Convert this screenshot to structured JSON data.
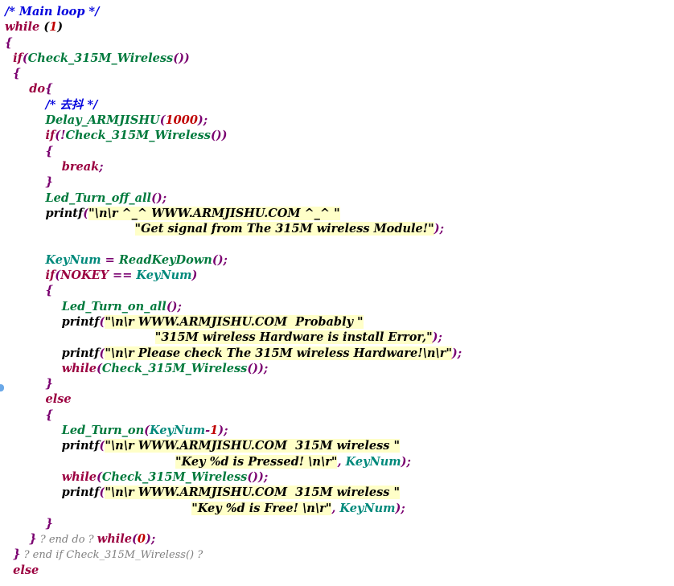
{
  "code": {
    "lines": [
      [
        {
          "t": "/* Main loop */",
          "c": "comment"
        }
      ],
      [
        {
          "t": "while",
          "c": "keyword"
        },
        {
          "t": " ("
        },
        {
          "t": "1",
          "c": "number"
        },
        {
          "t": ")"
        }
      ],
      [
        {
          "t": "{",
          "c": "punct"
        }
      ],
      [
        {
          "t": "  "
        },
        {
          "t": "if",
          "c": "keyword"
        },
        {
          "t": "(",
          "c": "punct"
        },
        {
          "t": "Check_315M_Wireless",
          "c": "func"
        },
        {
          "t": "())",
          "c": "punct"
        }
      ],
      [
        {
          "t": "  "
        },
        {
          "t": "{",
          "c": "punct"
        }
      ],
      [
        {
          "t": "      "
        },
        {
          "t": "do",
          "c": "keyword"
        },
        {
          "t": "{",
          "c": "punct"
        }
      ],
      [
        {
          "t": "          "
        },
        {
          "t": "/* 去抖 */",
          "c": "comment"
        }
      ],
      [
        {
          "t": "          "
        },
        {
          "t": "Delay_ARMJISHU",
          "c": "func"
        },
        {
          "t": "(",
          "c": "punct"
        },
        {
          "t": "1000",
          "c": "number"
        },
        {
          "t": ");",
          "c": "punct"
        }
      ],
      [
        {
          "t": "          "
        },
        {
          "t": "if",
          "c": "keyword"
        },
        {
          "t": "(!",
          "c": "punct"
        },
        {
          "t": "Check_315M_Wireless",
          "c": "func"
        },
        {
          "t": "())",
          "c": "punct"
        }
      ],
      [
        {
          "t": "          "
        },
        {
          "t": "{",
          "c": "punct"
        }
      ],
      [
        {
          "t": "              "
        },
        {
          "t": "break",
          "c": "keyword"
        },
        {
          "t": ";",
          "c": "punct"
        }
      ],
      [
        {
          "t": "          "
        },
        {
          "t": "}",
          "c": "punct"
        }
      ],
      [
        {
          "t": "          "
        },
        {
          "t": "Led_Turn_off_all",
          "c": "func"
        },
        {
          "t": "();",
          "c": "punct"
        }
      ],
      [
        {
          "t": "          printf"
        },
        {
          "t": "(",
          "c": "punct"
        },
        {
          "t": "\"\\n\\r ^_^ WWW.ARMJISHU.COM ^_^ \"",
          "c": "str"
        }
      ],
      [
        {
          "t": "                                "
        },
        {
          "t": "\"Get signal from The 315M wireless Module!\"",
          "c": "str"
        },
        {
          "t": ");",
          "c": "punct"
        }
      ],
      [],
      [
        {
          "t": "          "
        },
        {
          "t": "KeyNum",
          "c": "var"
        },
        {
          "t": " = ",
          "c": "punct"
        },
        {
          "t": "ReadKeyDown",
          "c": "func"
        },
        {
          "t": "();",
          "c": "punct"
        }
      ],
      [
        {
          "t": "          "
        },
        {
          "t": "if",
          "c": "keyword"
        },
        {
          "t": "(",
          "c": "punct"
        },
        {
          "t": "NOKEY",
          "c": "keyword"
        },
        {
          "t": " == ",
          "c": "punct"
        },
        {
          "t": "KeyNum",
          "c": "var"
        },
        {
          "t": ")",
          "c": "punct"
        }
      ],
      [
        {
          "t": "          "
        },
        {
          "t": "{",
          "c": "punct"
        }
      ],
      [
        {
          "t": "              "
        },
        {
          "t": "Led_Turn_on_all",
          "c": "func"
        },
        {
          "t": "();",
          "c": "punct"
        }
      ],
      [
        {
          "t": "              printf"
        },
        {
          "t": "(",
          "c": "punct"
        },
        {
          "t": "\"\\n\\r WWW.ARMJISHU.COM  Probably \"",
          "c": "str"
        }
      ],
      [
        {
          "t": "                                     "
        },
        {
          "t": "\"",
          "c": "str"
        },
        {
          "t": "",
          "c": "caret"
        },
        {
          "t": "315M wireless Hardware is install Error,\"",
          "c": "str"
        },
        {
          "t": ");",
          "c": "punct"
        }
      ],
      [
        {
          "t": "              printf"
        },
        {
          "t": "(",
          "c": "punct"
        },
        {
          "t": "\"\\n\\r Please check The 315M wireless Hardware!\\n\\r\"",
          "c": "str"
        },
        {
          "t": ");",
          "c": "punct"
        }
      ],
      [
        {
          "t": "              "
        },
        {
          "t": "while",
          "c": "keyword"
        },
        {
          "t": "(",
          "c": "punct"
        },
        {
          "t": "Check_315M_Wireless",
          "c": "func"
        },
        {
          "t": "());",
          "c": "punct"
        }
      ],
      [
        {
          "t": "          "
        },
        {
          "t": "}",
          "c": "punct"
        }
      ],
      [
        {
          "t": "          "
        },
        {
          "t": "else",
          "c": "keyword"
        }
      ],
      [
        {
          "t": "          "
        },
        {
          "t": "{",
          "c": "punct"
        }
      ],
      [
        {
          "t": "              "
        },
        {
          "t": "Led_Turn_on",
          "c": "func"
        },
        {
          "t": "(",
          "c": "punct"
        },
        {
          "t": "KeyNum",
          "c": "var"
        },
        {
          "t": "-",
          "c": "punct"
        },
        {
          "t": "1",
          "c": "number"
        },
        {
          "t": ");",
          "c": "punct"
        }
      ],
      [
        {
          "t": "              printf"
        },
        {
          "t": "(",
          "c": "punct"
        },
        {
          "t": "\"\\n\\r WWW.ARMJISHU.COM  315M wireless \"",
          "c": "str"
        }
      ],
      [
        {
          "t": "                                          "
        },
        {
          "t": "\"Key %d is Pressed! \\n\\r\"",
          "c": "str"
        },
        {
          "t": ", ",
          "c": "punct"
        },
        {
          "t": "KeyNum",
          "c": "var"
        },
        {
          "t": ");",
          "c": "punct"
        }
      ],
      [
        {
          "t": "              "
        },
        {
          "t": "while",
          "c": "keyword"
        },
        {
          "t": "(",
          "c": "punct"
        },
        {
          "t": "Check_315M_Wireless",
          "c": "func"
        },
        {
          "t": "());",
          "c": "punct"
        }
      ],
      [
        {
          "t": "              printf"
        },
        {
          "t": "(",
          "c": "punct"
        },
        {
          "t": "\"\\n\\r WWW.ARMJISHU.COM  315M wireless \"",
          "c": "str"
        }
      ],
      [
        {
          "t": "                                              "
        },
        {
          "t": "\"Key %d is Free! \\n\\r\"",
          "c": "str"
        },
        {
          "t": ", ",
          "c": "punct"
        },
        {
          "t": "KeyNum",
          "c": "var"
        },
        {
          "t": ");",
          "c": "punct"
        }
      ],
      [
        {
          "t": "          "
        },
        {
          "t": "}",
          "c": "punct"
        }
      ],
      [
        {
          "t": "      "
        },
        {
          "t": "}",
          "c": "punct"
        },
        {
          "t": " ? end do ? ",
          "c": "endc"
        },
        {
          "t": "while",
          "c": "keyword"
        },
        {
          "t": "(",
          "c": "punct"
        },
        {
          "t": "0",
          "c": "number"
        },
        {
          "t": ");",
          "c": "punct"
        }
      ],
      [
        {
          "t": "  "
        },
        {
          "t": "}",
          "c": "punct"
        },
        {
          "t": " ? end if Check_315M_Wireless() ?",
          "c": "endc"
        }
      ],
      [
        {
          "t": "  "
        },
        {
          "t": "else",
          "c": "keyword"
        }
      ]
    ]
  },
  "colors": {
    "comment": "#0000dd",
    "keyword": "#9b0040",
    "function": "#007a3d",
    "number": "#c00000",
    "variable": "#00897b",
    "punctuation": "#7a0070",
    "string_highlight": "#ffffc8"
  }
}
